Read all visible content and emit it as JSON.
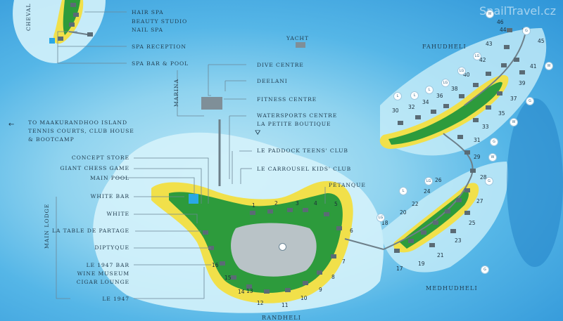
{
  "watermark": "SnailTravel.cz",
  "islands": {
    "cheval": "CHEVAL",
    "fahudheli": "FAHUDHELI",
    "medhudheli": "MEDHUDHELI",
    "randheli": "RANDHELI",
    "main_lodge": "MAIN LODGE",
    "marina": "MARINA"
  },
  "labels": {
    "hair_spa": "Hair Spa",
    "beauty_studio": "Beauty Studio",
    "nail_spa": "Nail Spa",
    "spa_reception": "Spa Reception",
    "spa_bar": "Spa Bar & Pool",
    "yacht": "Yacht",
    "dive_centre": "Dive Centre",
    "deelani": "Deelani",
    "fitness_centre": "Fitness Centre",
    "watersports": "Watersports Centre",
    "petite_boutique": "La Petite Boutique",
    "maakurandhoo_1": "To Maakurandhoo Island",
    "maakurandhoo_2": "Tennis Courts, Club House",
    "maakurandhoo_3": "& Bootcamp",
    "paddock": "Le Paddock Teens' Club",
    "carrousel": "Le Carrousel Kids' Club",
    "concept_store": "Concept Store",
    "chess": "Giant Chess Game",
    "main_pool": "Main Pool",
    "white_bar": "White Bar",
    "white": "White",
    "table_partage": "La Table de Partage",
    "diptyque": "Diptyque",
    "bar_1947": "Le 1947 Bar",
    "wine_museum": "Wine Museum",
    "cigar_lounge": "Cigar Lounge",
    "le_1947": "Le 1947",
    "petanque": "Pétanque"
  },
  "icons": {
    "arrow_left": "←",
    "petanque_icon": "petanque-icon"
  },
  "villas": {
    "main": [
      "1",
      "2",
      "3",
      "4",
      "5",
      "6",
      "7",
      "8",
      "9",
      "10",
      "11",
      "12",
      "13",
      "14",
      "15",
      "16"
    ],
    "medhudheli": [
      "17",
      "18",
      "19",
      "20",
      "21",
      "22",
      "23",
      "24",
      "25",
      "26",
      "27",
      "28",
      "29"
    ],
    "fahudheli": [
      "30",
      "31",
      "32",
      "33",
      "34",
      "35",
      "36",
      "37",
      "38",
      "39",
      "40",
      "41",
      "42",
      "43",
      "44",
      "45",
      "46"
    ]
  },
  "badges": [
    "L",
    "LG",
    "LG",
    "LG",
    "L",
    "LG",
    "W",
    "W",
    "W",
    "W",
    "G",
    "G",
    "G",
    "G",
    "G",
    "L",
    "L",
    "LG"
  ],
  "colors": {
    "sand": "#f1e04a",
    "vegetation": "#2d9b3c",
    "villa_roof": "#5a6b75",
    "deep_water": "#2f95d8",
    "shallow": "#bfe8f6"
  }
}
